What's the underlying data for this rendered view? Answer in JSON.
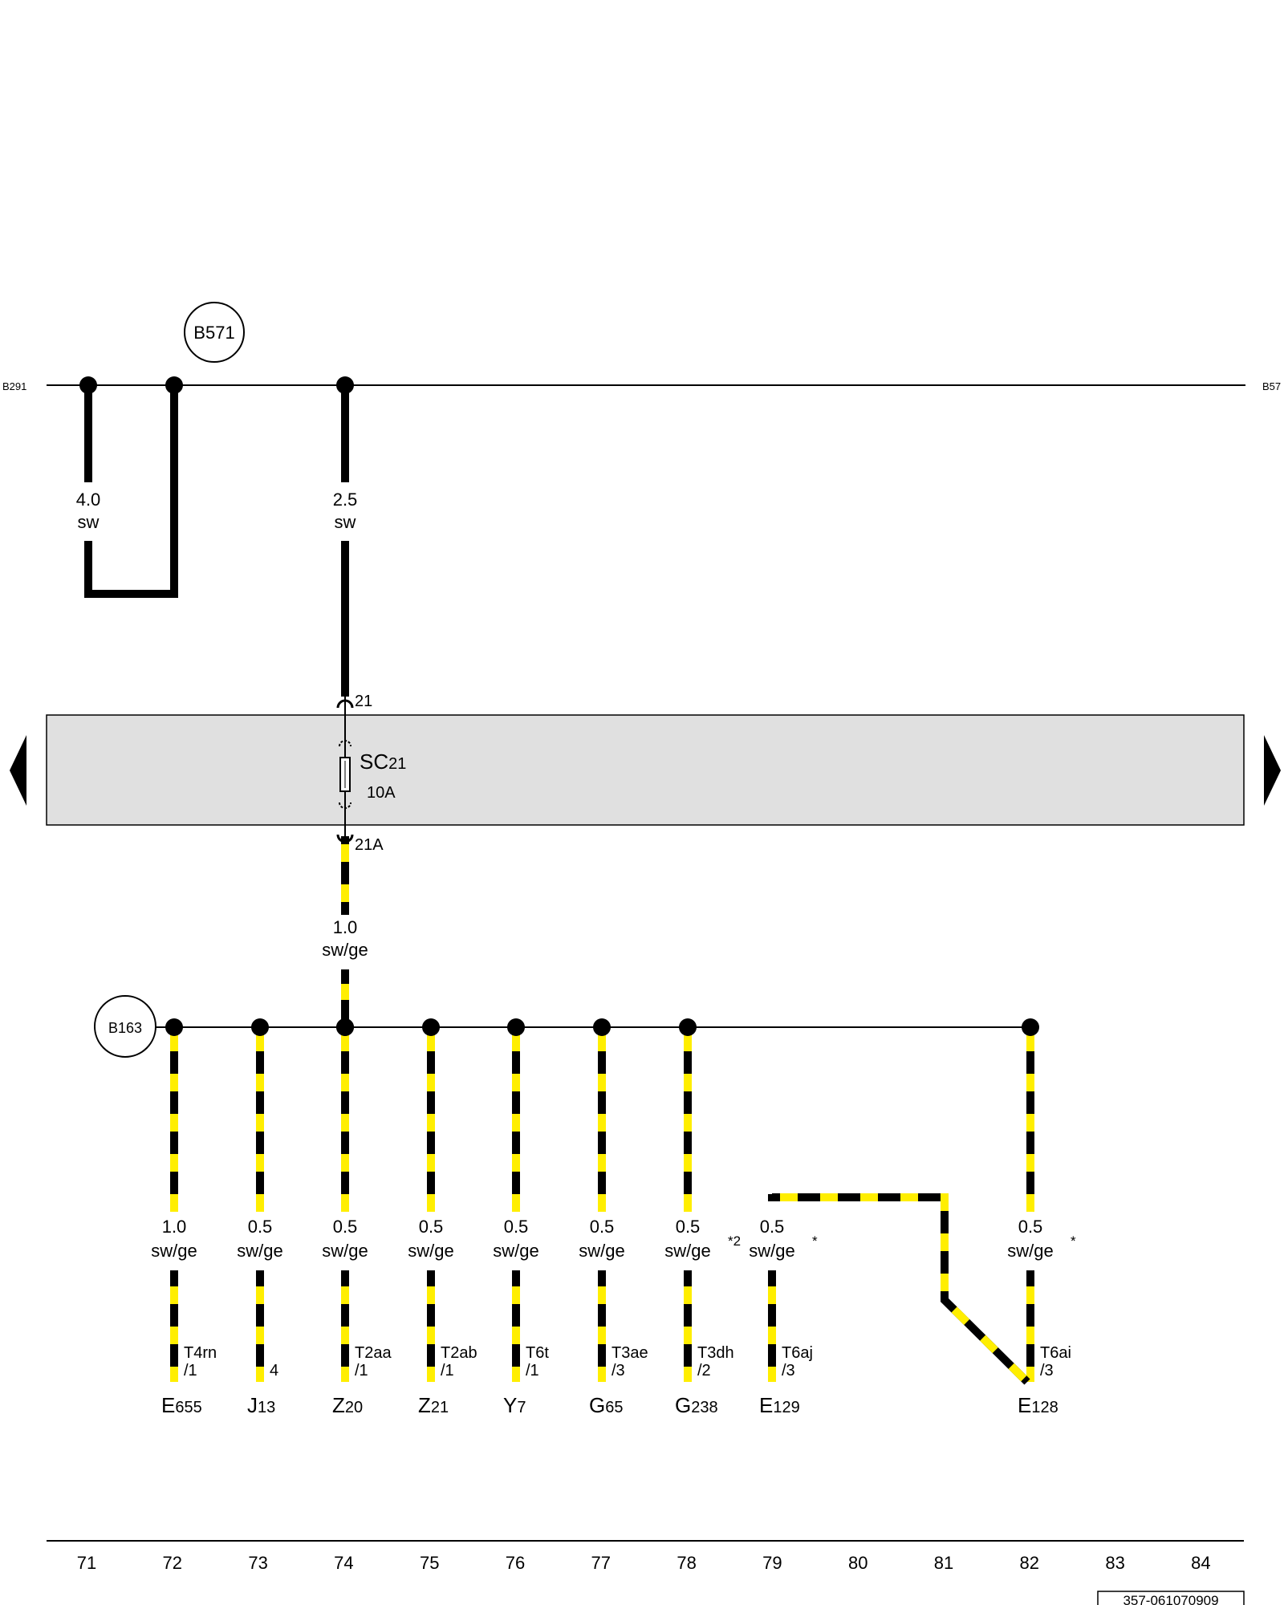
{
  "page": {
    "background": "#ffffff"
  },
  "colors": {
    "wire_black": "#000000",
    "wire_yellow": "#ffee00",
    "band_fill": "#e0e0e0"
  },
  "edge_labels": {
    "left": "B291",
    "right": "B57"
  },
  "splices": {
    "top": "B571",
    "bottom": "B163"
  },
  "top_wires": [
    {
      "gauge": "4.0",
      "color": "sw"
    },
    {
      "gauge": "2.5",
      "color": "sw"
    }
  ],
  "fuse": {
    "name": "SC",
    "number": "21",
    "rating": "10A",
    "pin_in": "21",
    "pin_out": "21A"
  },
  "feed_wire": {
    "gauge": "1.0",
    "color": "sw/ge"
  },
  "branches": [
    {
      "gauge": "1.0",
      "color": "sw/ge",
      "note": "",
      "connector": "T4rn",
      "pin": "/1",
      "comp": "E",
      "comp_sub": "655"
    },
    {
      "gauge": "0.5",
      "color": "sw/ge",
      "note": "",
      "connector": "",
      "pin": "4",
      "comp": "J",
      "comp_sub": "13"
    },
    {
      "gauge": "0.5",
      "color": "sw/ge",
      "note": "",
      "connector": "T2aa",
      "pin": "/1",
      "comp": "Z",
      "comp_sub": "20"
    },
    {
      "gauge": "0.5",
      "color": "sw/ge",
      "note": "",
      "connector": "T2ab",
      "pin": "/1",
      "comp": "Z",
      "comp_sub": "21"
    },
    {
      "gauge": "0.5",
      "color": "sw/ge",
      "note": "",
      "connector": "T6t",
      "pin": "/1",
      "comp": "Y",
      "comp_sub": "7"
    },
    {
      "gauge": "0.5",
      "color": "sw/ge",
      "note": "",
      "connector": "T3ae",
      "pin": "/3",
      "comp": "G",
      "comp_sub": "65"
    },
    {
      "gauge": "0.5",
      "color": "sw/ge",
      "note": "*2",
      "connector": "T3dh",
      "pin": "/2",
      "comp": "G",
      "comp_sub": "238"
    },
    {
      "gauge": "0.5",
      "color": "sw/ge",
      "note": "*",
      "connector": "T6aj",
      "pin": "/3",
      "comp": "E",
      "comp_sub": "129"
    },
    {
      "gauge": "0.5",
      "color": "sw/ge",
      "note": "*",
      "connector": "T6ai",
      "pin": "/3",
      "comp": "E",
      "comp_sub": "128"
    }
  ],
  "columns": [
    "71",
    "72",
    "73",
    "74",
    "75",
    "76",
    "77",
    "78",
    "79",
    "80",
    "81",
    "82",
    "83",
    "84"
  ],
  "drawing_number": "357-061070909"
}
